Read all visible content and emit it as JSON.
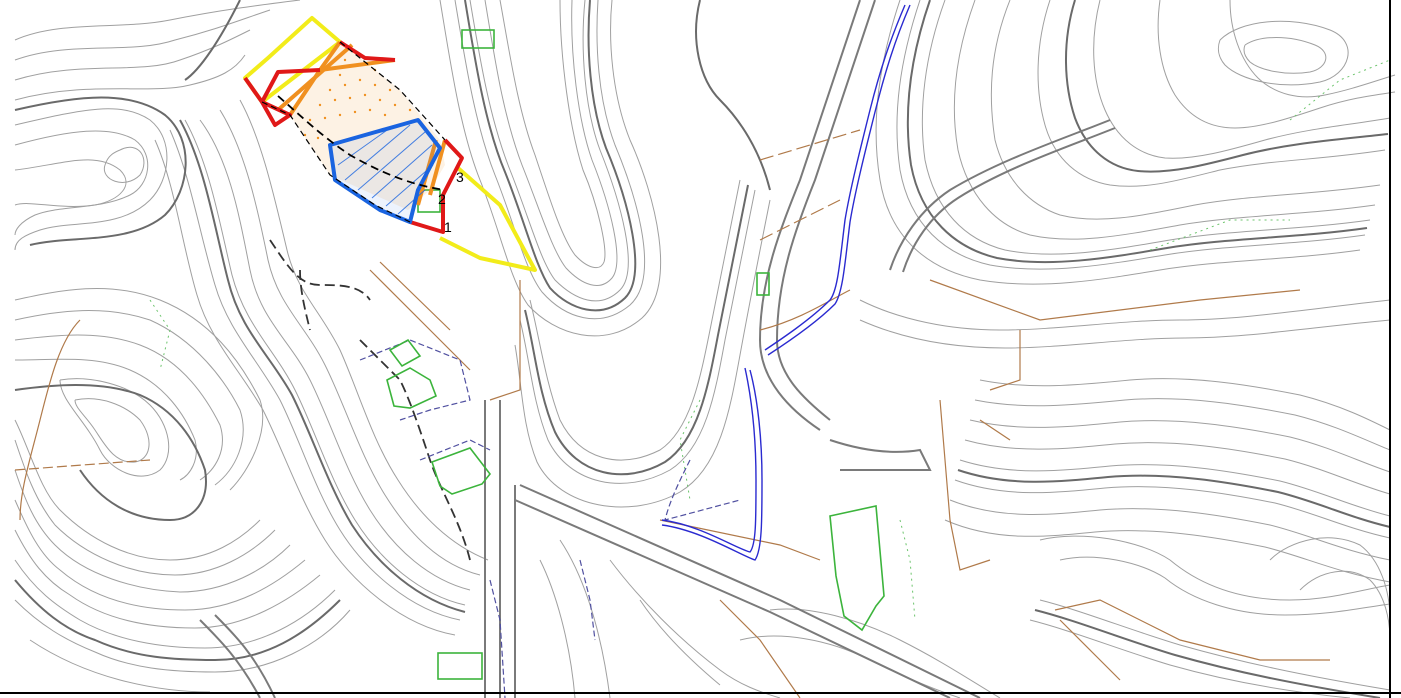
{
  "map": {
    "type": "topographic site plan",
    "colors": {
      "contour_fine": "#9a9a9a",
      "contour_index": "#6e6e6e",
      "road": "#7a7a7a",
      "boundary_brown": "#b07a4a",
      "building_green": "#3cb43c",
      "water_blue": "#2a2ad0",
      "zone_yellow": "#f2ec1a",
      "zone_red": "#e01818",
      "zone_orange": "#f09020",
      "zone_blue": "#1a64e0",
      "centerline": "#000000"
    },
    "markers": [
      {
        "label": "1"
      },
      {
        "label": "2"
      },
      {
        "label": "3"
      }
    ]
  }
}
